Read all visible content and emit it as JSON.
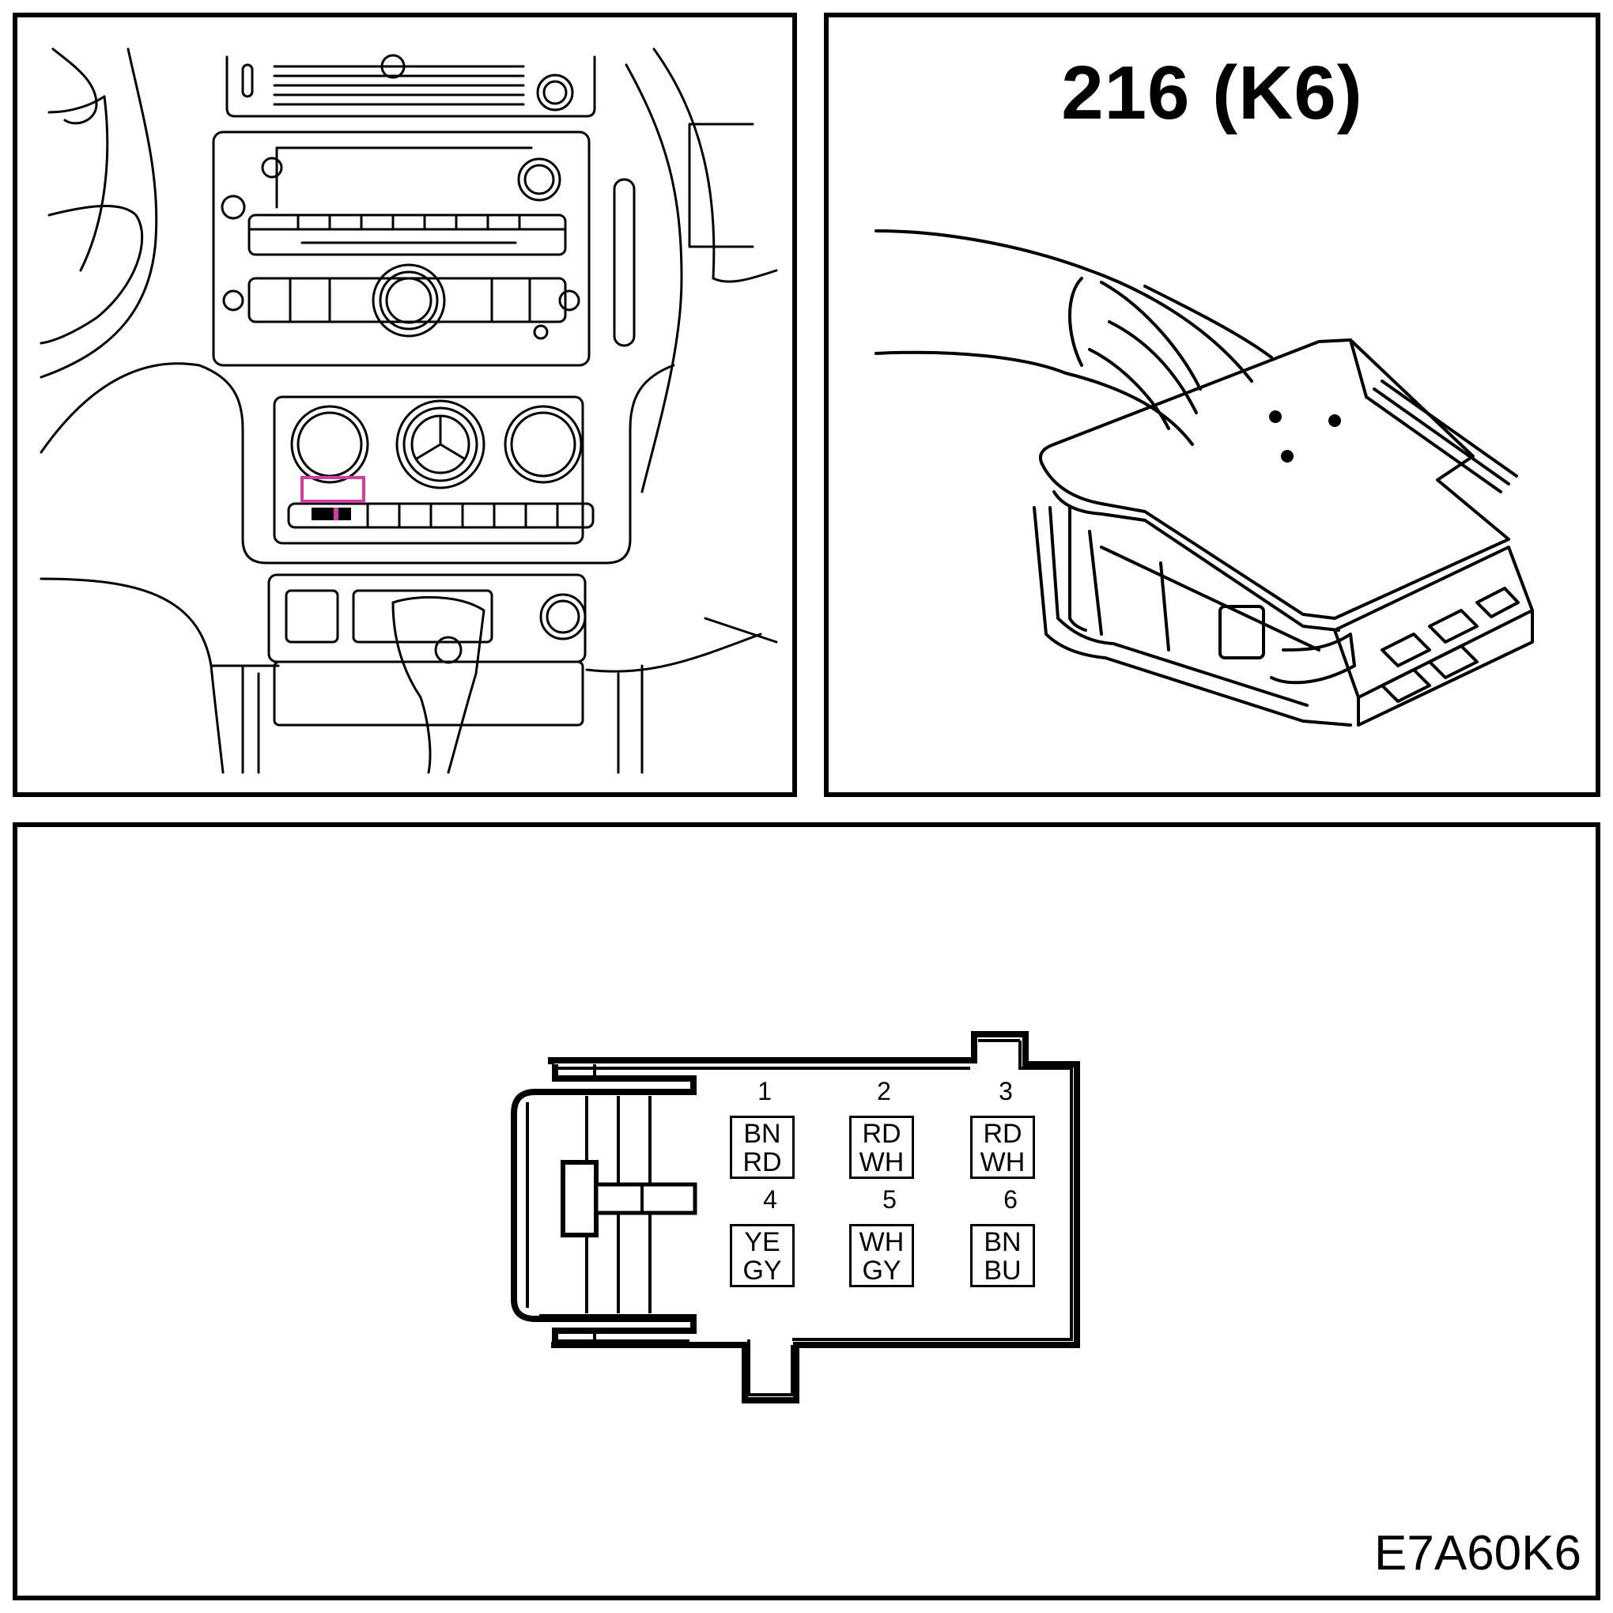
{
  "connector": {
    "title": "216 (K6)",
    "reference_code": "E7A60K6"
  },
  "pins": [
    {
      "number": "1",
      "wire1": "BN",
      "wire2": "RD"
    },
    {
      "number": "2",
      "wire1": "RD",
      "wire2": "WH"
    },
    {
      "number": "3",
      "wire1": "RD",
      "wire2": "WH"
    },
    {
      "number": "4",
      "wire1": "YE",
      "wire2": "GY"
    },
    {
      "number": "5",
      "wire1": "WH",
      "wire2": "GY"
    },
    {
      "number": "6",
      "wire1": "BN",
      "wire2": "BU"
    }
  ],
  "colors": {
    "line": "#000000",
    "highlight": "#d63ca0",
    "background": "#ffffff"
  }
}
